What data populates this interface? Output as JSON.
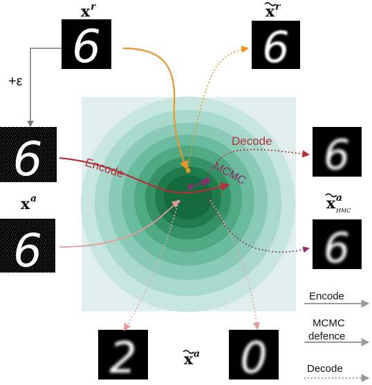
{
  "labels": {
    "x_r": {
      "base": "x",
      "sup": "r"
    },
    "x_r_tilde": {
      "base": "x",
      "sup": "r"
    },
    "x_a": {
      "base": "x",
      "sup": "a"
    },
    "x_a_hmc_tilde": {
      "base": "x",
      "sup": "a",
      "sub": "HMC"
    },
    "x_a_tilde": {
      "base": "x",
      "sup": "a"
    },
    "plus_eps": "+ε",
    "encode": "Encode",
    "decode": "Decode",
    "mcmc": "MCMC"
  },
  "legend": {
    "encode": "Encode",
    "mcmc_line1": "MCMC",
    "mcmc_line2": "defence",
    "decode": "Decode"
  },
  "digits": {
    "original": "6",
    "reconstruction": "6",
    "noisy_top": "6",
    "noisy_bottom": "6",
    "decoded_top": "6",
    "decoded_hmc": "6",
    "bottom_left": "2",
    "bottom_right": "0"
  },
  "colors": {
    "latent_outer": "#e0efee",
    "latent_ring1": "#c6e6df",
    "latent_ring2": "#a8d9cc",
    "latent_ring3": "#89cbb7",
    "latent_ring4": "#6abb9f",
    "latent_ring5": "#4fa983",
    "latent_ring6": "#349266",
    "latent_ring7": "#1f7b4c",
    "latent_core": "#146a3d",
    "encode_orange": "#e8962a",
    "encode_red": "#b5303a",
    "encode_pink": "#e49b96",
    "decode_pink": "#e8a8a3",
    "mcmc_purple": "#8c2f6f",
    "legend_gray": "#9a9a9a",
    "noise_gray": "#777777"
  }
}
